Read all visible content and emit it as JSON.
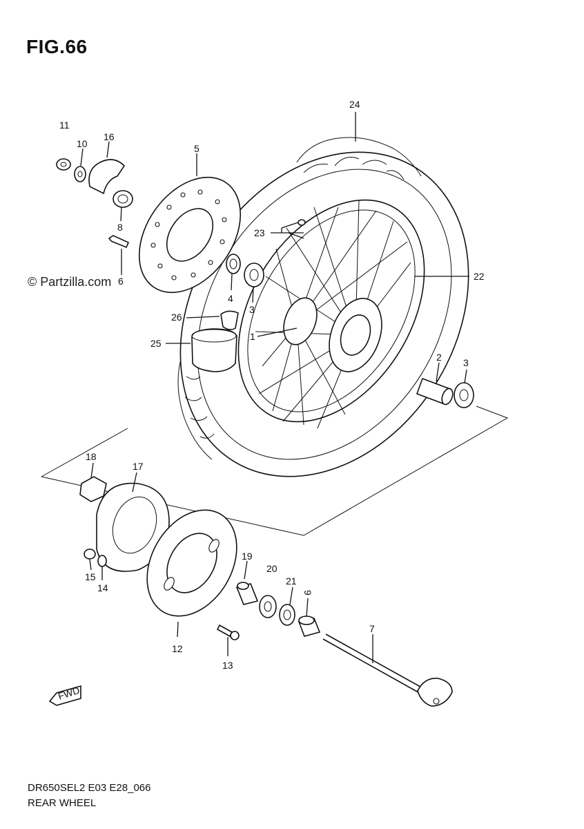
{
  "figure": {
    "title": "FIG.66",
    "watermark": "© Partzilla.com",
    "model_code": "DR650SEL2 E03 E28_066",
    "section_name": "REAR WHEEL",
    "fwd_marker": "FWD"
  },
  "callouts": [
    {
      "id": "c1",
      "label": "1"
    },
    {
      "id": "c2",
      "label": "2"
    },
    {
      "id": "c3a",
      "label": "3"
    },
    {
      "id": "c3b",
      "label": "3"
    },
    {
      "id": "c4",
      "label": "4"
    },
    {
      "id": "c5",
      "label": "5"
    },
    {
      "id": "c6",
      "label": "6"
    },
    {
      "id": "c7",
      "label": "7"
    },
    {
      "id": "c8",
      "label": "8"
    },
    {
      "id": "c9",
      "label": "9"
    },
    {
      "id": "c10",
      "label": "10"
    },
    {
      "id": "c11",
      "label": "11"
    },
    {
      "id": "c12",
      "label": "12"
    },
    {
      "id": "c13",
      "label": "13"
    },
    {
      "id": "c14",
      "label": "14"
    },
    {
      "id": "c15",
      "label": "15"
    },
    {
      "id": "c16",
      "label": "16"
    },
    {
      "id": "c17",
      "label": "17"
    },
    {
      "id": "c18",
      "label": "18"
    },
    {
      "id": "c19",
      "label": "19"
    },
    {
      "id": "c20",
      "label": "20"
    },
    {
      "id": "c21",
      "label": "21"
    },
    {
      "id": "c22",
      "label": "22"
    },
    {
      "id": "c23",
      "label": "23"
    },
    {
      "id": "c24",
      "label": "24"
    },
    {
      "id": "c25",
      "label": "25"
    },
    {
      "id": "c26",
      "label": "26"
    }
  ]
}
